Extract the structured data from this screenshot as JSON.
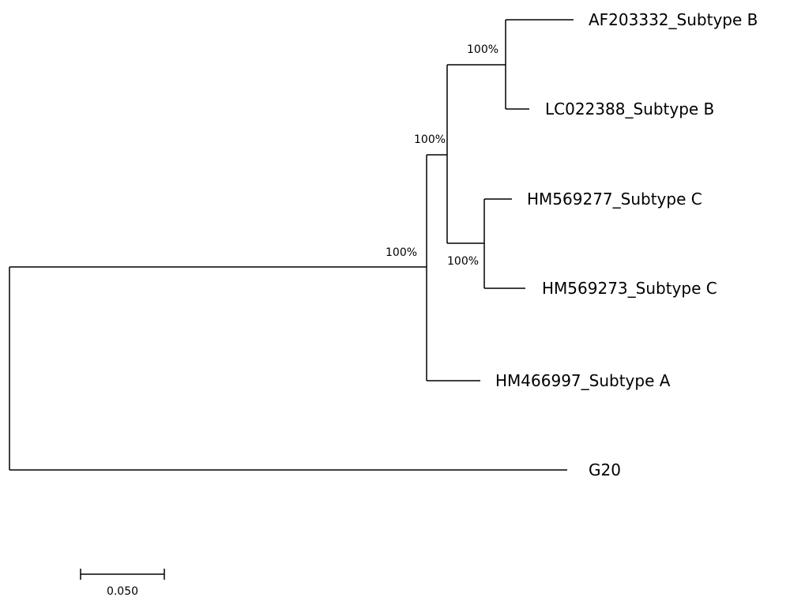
{
  "tree": {
    "taxa": [
      {
        "id": "af203332",
        "label": "AF203332_Subtype B"
      },
      {
        "id": "lc022388",
        "label": "LC022388_Subtype B"
      },
      {
        "id": "hm569277",
        "label": "HM569277_Subtype C"
      },
      {
        "id": "hm569273",
        "label": "HM569273_Subtype C"
      },
      {
        "id": "hm466997",
        "label": "HM466997_Subtype A"
      },
      {
        "id": "g20",
        "label": "G20"
      }
    ],
    "support_values": [
      {
        "node": "clade-subtype-b",
        "label": "100%"
      },
      {
        "node": "clade-b-c",
        "label": "100%"
      },
      {
        "node": "clade-a-b-c",
        "label": "100%"
      },
      {
        "node": "clade-subtype-c",
        "label": "100%"
      }
    ],
    "scale_bar": {
      "label": "0.050"
    }
  },
  "colors": {
    "line": "#000000",
    "background": "#ffffff"
  }
}
